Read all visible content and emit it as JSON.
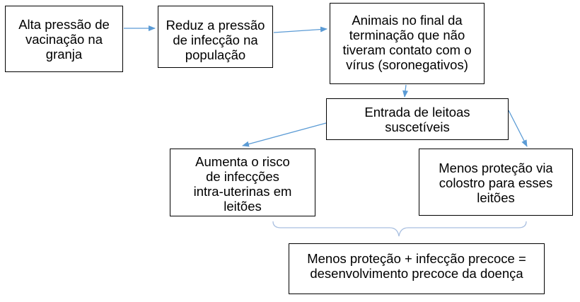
{
  "diagram": {
    "nodes": [
      {
        "id": "box-1",
        "text": "Alta pressão de\nvacinação na\ngranja"
      },
      {
        "id": "box-2",
        "text": "Reduz a pressão\nde infecção na\npopulação"
      },
      {
        "id": "box-3",
        "text": "Animais no final da\nterminação que não\ntiveram contato com o\nvírus (soronegativos)"
      },
      {
        "id": "box-4",
        "text": "Entrada de leitoas\nsuscetíveis"
      },
      {
        "id": "box-5",
        "text": "Aumenta o risco\nde infecções\nintra-uterinas em\nleitões"
      },
      {
        "id": "box-6",
        "text": "Menos proteção via\ncolostro para esses\nleitões"
      },
      {
        "id": "box-7",
        "text": "Menos proteção + infecção precoce =\ndesenvolvimento precoce da doença"
      }
    ],
    "edges": [
      {
        "from": "box-1",
        "to": "box-2"
      },
      {
        "from": "box-2",
        "to": "box-3"
      },
      {
        "from": "box-3",
        "to": "box-4"
      },
      {
        "from": "box-4",
        "to": "box-5"
      },
      {
        "from": "box-4",
        "to": "box-6"
      },
      {
        "from": "box-5",
        "to": "box-7",
        "via": "brace"
      },
      {
        "from": "box-6",
        "to": "box-7",
        "via": "brace"
      }
    ],
    "colors": {
      "arrow": "#5b9bd5",
      "brace": "#a9bfe0",
      "box_border": "#000000",
      "text": "#000000"
    }
  }
}
